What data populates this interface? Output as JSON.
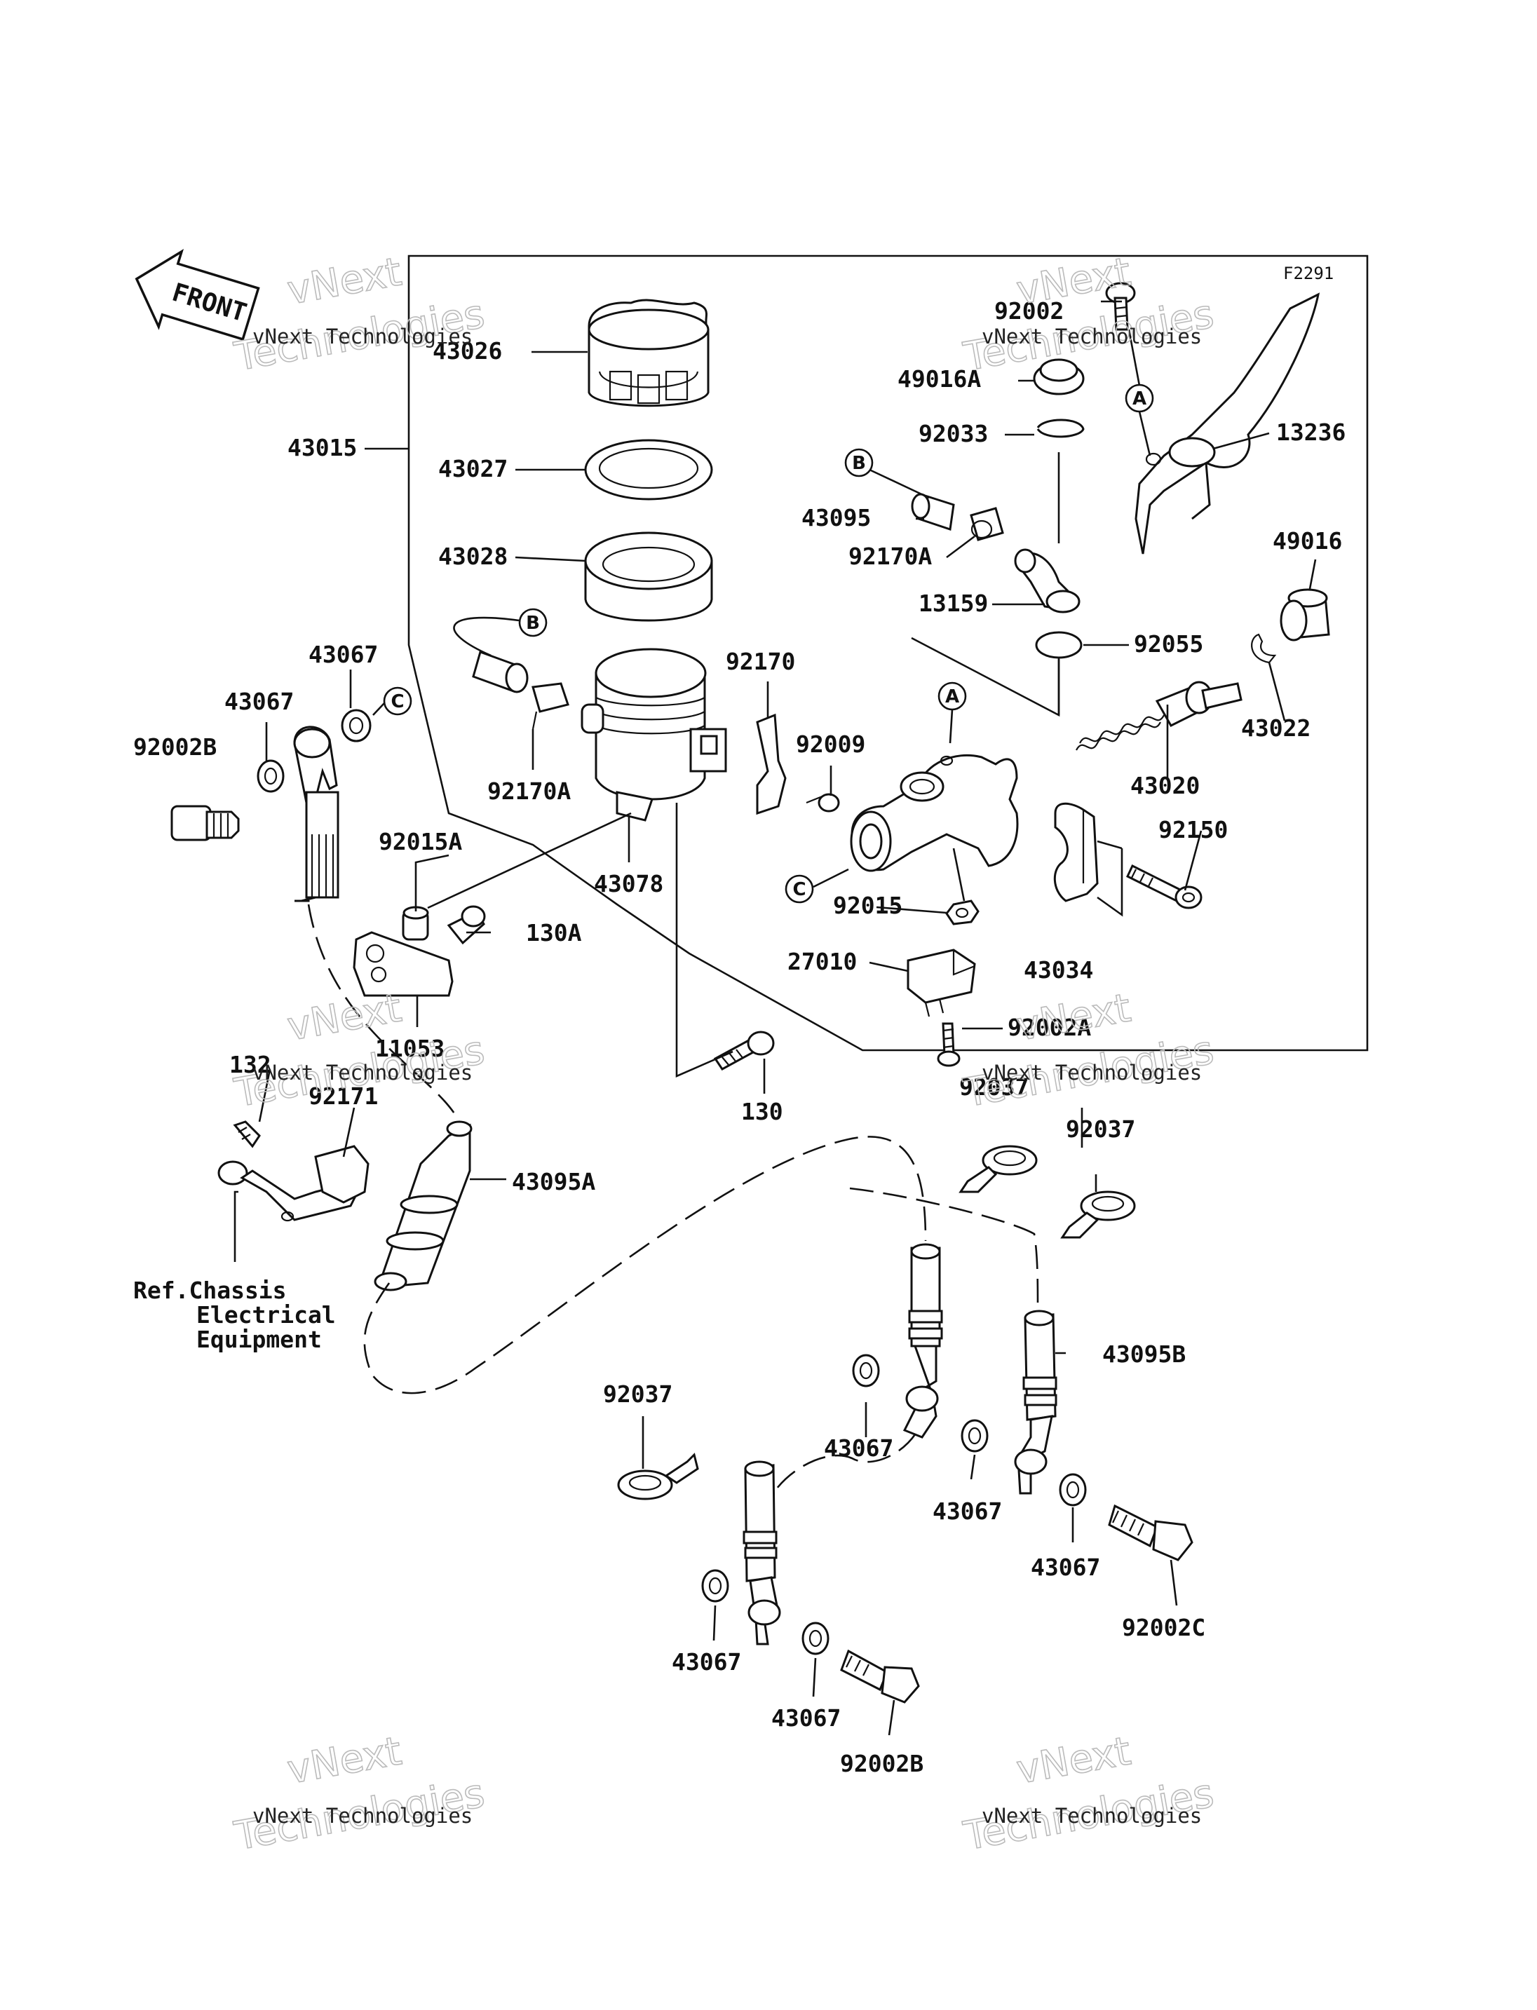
{
  "figure_code": "F2291",
  "front_label": "FRONT",
  "reference_note": [
    "Ref.Chassis",
    "Electrical",
    "Equipment"
  ],
  "watermark": {
    "line1": "vNext Technologies",
    "big1": "vNext",
    "big2": "Technologies"
  },
  "callouts": {
    "a": "A",
    "b": "B",
    "c": "C"
  },
  "parts": {
    "p43026": "43026",
    "p43015": "43015",
    "p43027": "43027",
    "p43028": "43028",
    "p43067_a": "43067",
    "p43067_b": "43067",
    "p92002B_a": "92002B",
    "p92170A_a": "92170A",
    "p92170": "92170",
    "p92009": "92009",
    "p92015A": "92015A",
    "p43078": "43078",
    "p130A": "130A",
    "p11053": "11053",
    "p130": "130",
    "p132": "132",
    "p92171": "92171",
    "p43095A": "43095A",
    "p92002": "92002",
    "p49016A": "49016A",
    "p92033": "92033",
    "p43095": "43095",
    "p92170A_b": "92170A",
    "p13159": "13159",
    "p92055": "92055",
    "p13236": "13236",
    "p49016": "49016",
    "p43022": "43022",
    "p43020": "43020",
    "p92150": "92150",
    "p92015": "92015",
    "p43034": "43034",
    "p27010": "27010",
    "p92002A": "92002A",
    "p92037_a": "92037",
    "p92037_b": "92037",
    "p92037_c": "92037",
    "p43095B": "43095B",
    "p43067_c": "43067",
    "p43067_d": "43067",
    "p43067_e": "43067",
    "p43067_f": "43067",
    "p43067_g": "43067",
    "p92002C": "92002C",
    "p92002B_b": "92002B"
  }
}
